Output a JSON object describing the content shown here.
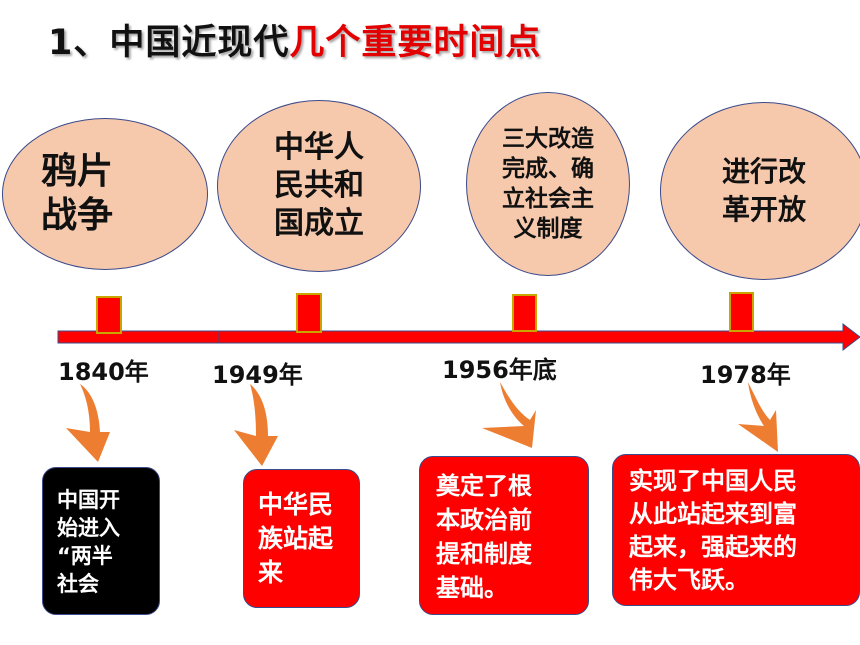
{
  "title": {
    "part1": "1、中国近现代",
    "part2": "几个重要时间点"
  },
  "events": [
    {
      "circle": [
        "鸦片",
        "战争"
      ],
      "year": "1840年",
      "box": [
        "中国开",
        "始进入",
        "“两半",
        "社会"
      ]
    },
    {
      "circle": [
        "中华人",
        "民共和",
        "国成立"
      ],
      "year": "1949年",
      "box": [
        "中华民",
        "族站起",
        "来"
      ]
    },
    {
      "circle": [
        "三大改造",
        "完成、确",
        "立社会主",
        "义制度"
      ],
      "year": "1956年底",
      "box": [
        "奠定了根",
        "本政治前",
        "提和制度",
        "基础。"
      ]
    },
    {
      "circle": [
        "进行改",
        "革开放"
      ],
      "year": "1978年",
      "box": [
        "实现了中国人民",
        "从此站起来到富",
        "起来，强起来的",
        "伟大飞跃。"
      ]
    }
  ],
  "colors": {
    "circle_fill": "#f6c9ad",
    "circle_border": "#3b4a8a",
    "timeline_red": "#ff0000",
    "arrow_orange": "#ed7d31",
    "title_red": "#e30000"
  }
}
